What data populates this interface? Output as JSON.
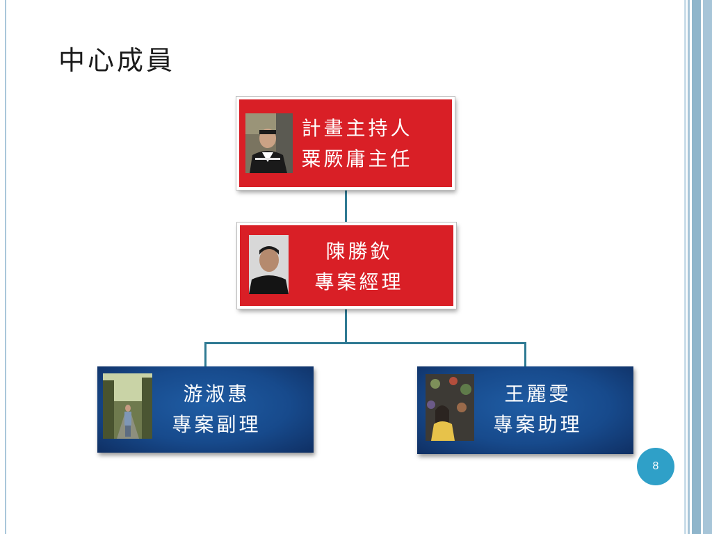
{
  "slide": {
    "title": "中心成員",
    "page_number": "8"
  },
  "org": {
    "director": {
      "role": "計畫主持人",
      "name": "粟厥庸主任",
      "photo_icon": "person-photo"
    },
    "manager": {
      "name": "陳勝欽",
      "role": "專案經理",
      "photo_icon": "person-photo"
    },
    "staff": [
      {
        "name": "游淑惠",
        "role": "專案副理",
        "photo_icon": "person-photo"
      },
      {
        "name": "王麗雯",
        "role": "專案助理",
        "photo_icon": "person-photo"
      }
    ]
  },
  "colors": {
    "red_box": "#d91f26",
    "blue_box": "#174a8c",
    "connector": "#2f7a93",
    "badge": "#2fa0c8"
  }
}
